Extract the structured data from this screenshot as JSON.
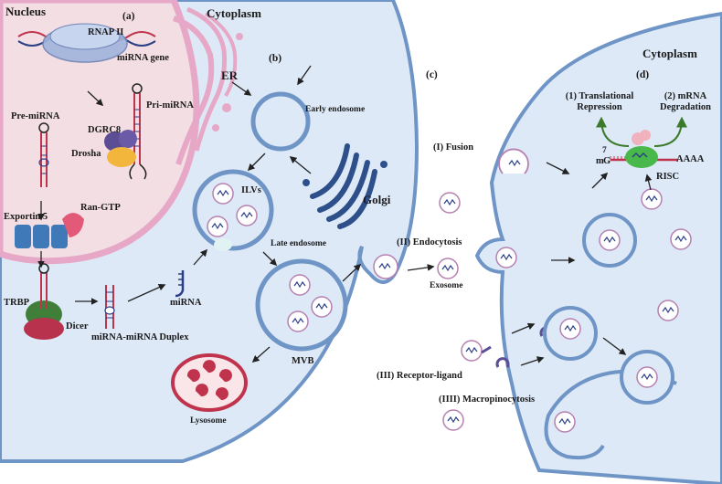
{
  "colors": {
    "nucleus": "#f3dee3",
    "cytoplasm": "#dde9f7",
    "membrane": "#6f95c6",
    "er": "#e6a8c6",
    "golgi": "#2d4f8a",
    "vesicle": "#b681b1",
    "arrow": "#222222",
    "green_arrow": "#3b7a2a"
  },
  "labels": {
    "nucleus": "Nucleus",
    "panel_a": "(a)",
    "rnap": "RNAP II",
    "mirna_gene": "miRNA gene",
    "pri_mirna": "Pri-miRNA",
    "pre_mirna": "Pre-miRNA",
    "dgrc8": "DGRC8",
    "drosha": "Drosha",
    "ran_gtp": "Ran-GTP",
    "exportin": "Exportin 5",
    "trbp": "TRBP",
    "dicer": "Dicer",
    "duplex": "miRNA-miRNA Duplex",
    "mirna": "miRNA",
    "cytoplasm_left": "Cytoplasm",
    "panel_b": "(b)",
    "er": "ER",
    "early_endosome": "Early endosome",
    "ilvs": "ILVs",
    "golgi": "Golgi",
    "late_endosome": "Late endosome",
    "mvb": "MVB",
    "lysosome": "Lysosome",
    "panel_c": "(c)",
    "fusion": "(I) Fusion",
    "endocytosis": "(II) Endocytosis",
    "exosome": "Exosome",
    "receptor_ligand": "(III) Receptor-ligand",
    "macropinocytosis": "(IIII) Macropinocytosis",
    "cytoplasm_right": "Cytoplasm",
    "panel_d": "(d)",
    "translational": "(1) Translational",
    "repression": "Repression",
    "mrna": "(2) mRNA",
    "degradation": "Degradation",
    "cap_m": "m",
    "cap_7": "7",
    "cap_g": "G",
    "polya": "AAAA",
    "risc": "RISC"
  }
}
